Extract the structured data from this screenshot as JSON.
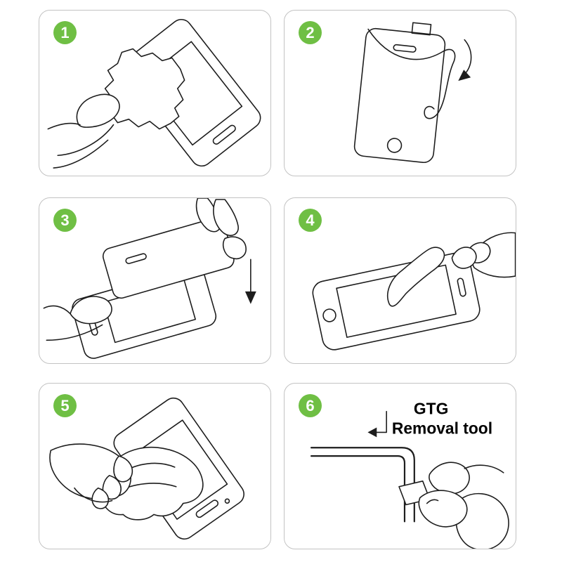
{
  "colors": {
    "background": "#ffffff",
    "panel_border": "#c3c3c3",
    "step_badge_green": "#6fbf44",
    "line_art": "#1d1d1d"
  },
  "steps": [
    {
      "number": "1",
      "illustration": "wipe-screen-with-cloth-illustration"
    },
    {
      "number": "2",
      "illustration": "peel-protective-film-illustration"
    },
    {
      "number": "3",
      "illustration": "align-protector-over-phone-illustration"
    },
    {
      "number": "4",
      "illustration": "press-center-with-finger-illustration"
    },
    {
      "number": "5",
      "illustration": "smooth-out-with-cloth-illustration"
    },
    {
      "number": "6",
      "illustration": "gtg-removal-tool-illustration",
      "label_line1": "GTG",
      "label_line2": "Removal tool"
    }
  ]
}
